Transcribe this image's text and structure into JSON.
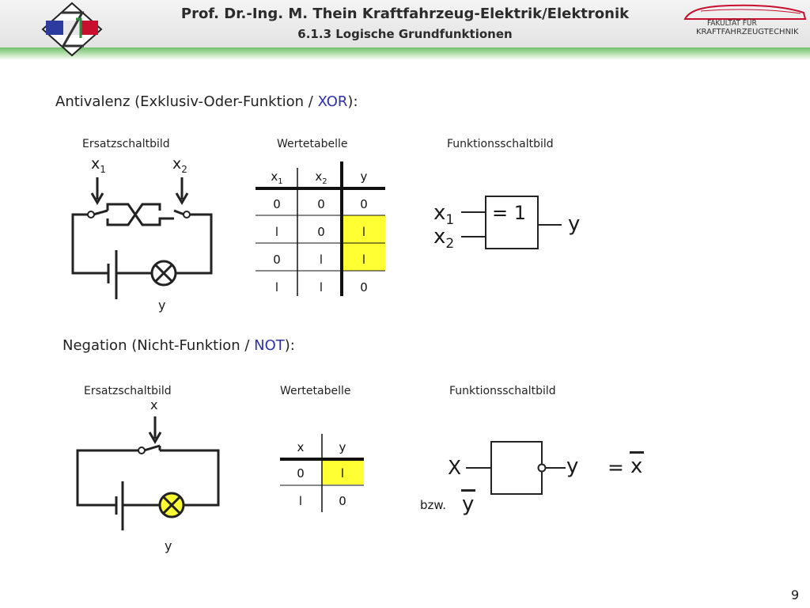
{
  "header": {
    "author_title": "Prof. Dr.-Ing. M. Thein   Kraftfahrzeug-Elektrik/Elektronik",
    "subtitle": "6.1.3 Logische Grundfunktionen",
    "faculty_line1": "FAKULTÄT FÜR",
    "faculty_line2": "KRAFTFAHRZEUGTECHNIK"
  },
  "xor": {
    "title_prefix": "Antivalenz (Exklusiv-Oder-Funktion / ",
    "title_keyword": "XOR",
    "title_suffix": "):",
    "label_circuit": "Ersatzschaltbild",
    "label_table": "Wertetabelle",
    "label_function": "Funktionsschaltbild",
    "circuit_in1": "x",
    "circuit_in1_sub": "1",
    "circuit_in2": "x",
    "circuit_in2_sub": "2",
    "circuit_out": "y",
    "table_headers": [
      "x1",
      "x2",
      "y"
    ],
    "table_rows": [
      [
        "0",
        "0",
        "0"
      ],
      [
        "l",
        "0",
        "l"
      ],
      [
        "0",
        "l",
        "l"
      ],
      [
        "l",
        "l",
        "0"
      ]
    ],
    "gate_symbol": "= 1",
    "gate_in1": "x",
    "gate_in1_sub": "1",
    "gate_in2": "x",
    "gate_in2_sub": "2",
    "gate_out": "y"
  },
  "not": {
    "title_prefix": "Negation (Nicht-Funktion / ",
    "title_keyword": "NOT",
    "title_suffix": "):",
    "label_circuit": "Ersatzschaltbild",
    "label_table": "Wertetabelle",
    "label_function": "Funktionsschaltbild",
    "circuit_in": "x",
    "circuit_out": "y",
    "table_headers": [
      "x",
      "y"
    ],
    "table_rows": [
      [
        "0",
        "l"
      ],
      [
        "l",
        "0"
      ]
    ],
    "gate_in": "X",
    "gate_out": "y",
    "equation_eq": "=",
    "equation_x": "x",
    "alt_prefix": "bzw.",
    "alt_y": "y"
  },
  "colors": {
    "highlight": "#ffff33",
    "keyword": "#2e31a8",
    "header_green": "#6fc06a",
    "logo_red": "#c8102e"
  },
  "page_number": "9"
}
